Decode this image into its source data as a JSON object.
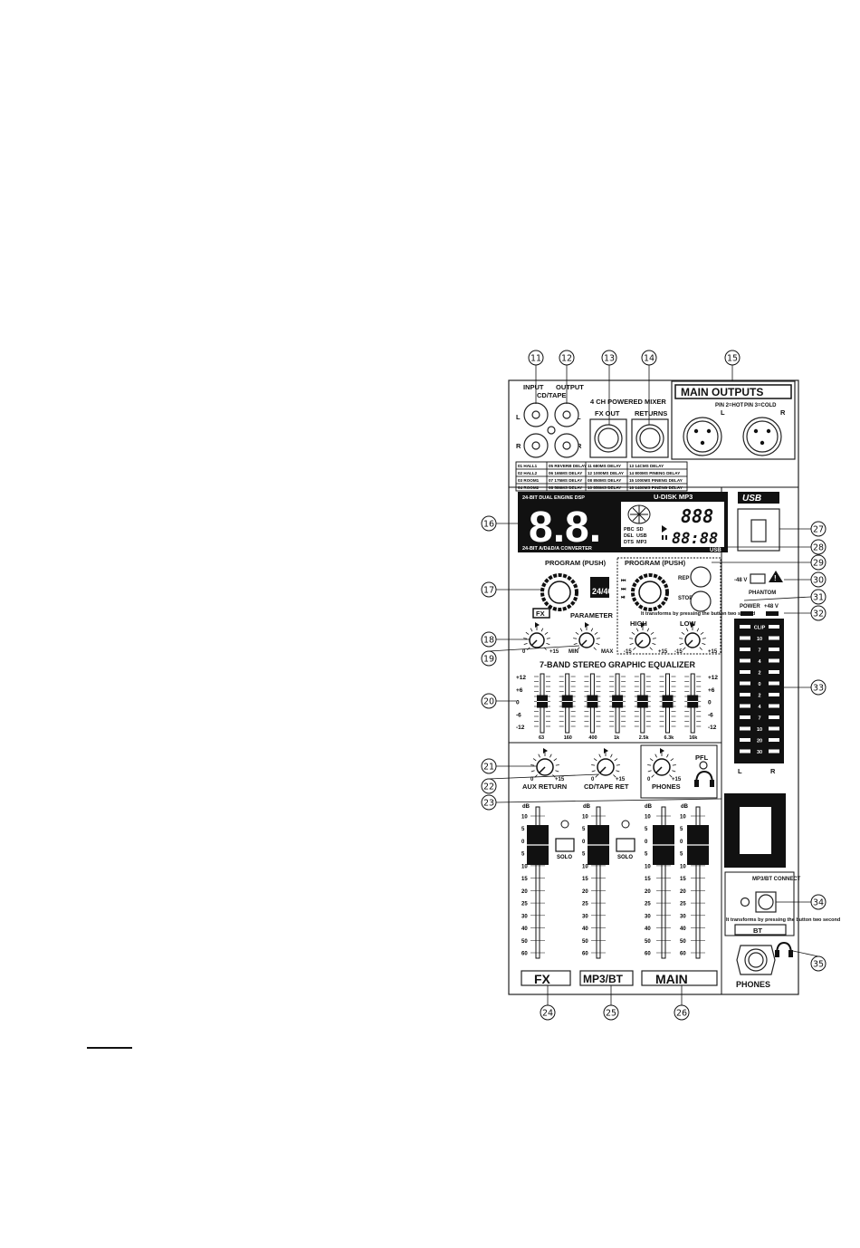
{
  "callouts": [
    "11",
    "12",
    "13",
    "14",
    "15",
    "16",
    "17",
    "18",
    "19",
    "20",
    "21",
    "22",
    "23",
    "24",
    "25",
    "26",
    "27",
    "28",
    "29",
    "30",
    "31",
    "32",
    "33",
    "34",
    "35"
  ],
  "labels": {
    "input": "INPUT",
    "output": "OUTPUT",
    "cd_tape": "CD/TAPE",
    "mixer_title": "4 CH POWERED MIXER",
    "fx_out": "FX OUT",
    "returns": "RETURNS",
    "main_outputs": "MAIN OUTPUTS",
    "pin_hot": "PIN 2=HOT",
    "pin_cold": "PIN 3=COLD",
    "L": "L",
    "R": "R",
    "dsp_top": "24-BIT DUAL ENGINE DSP",
    "dsp_bottom": "24-BIT A/D&D/A CONVERTER",
    "led_digits": "8.8.",
    "udisk": "U-DISK MP3",
    "lcd_track": "888",
    "lcd_time": "88:88",
    "lcd_flags": [
      "PBC",
      "SD",
      "DEL",
      "USB",
      "DTS",
      "MP3"
    ],
    "usb_lcd": "USB",
    "usb_logo": "USB",
    "program_push": "PROGRAM (PUSH)",
    "bits": "24/40",
    "rep": "REP",
    "stop_rec": "STOP/REC",
    "transform_note": "It transforms by pressing the button two second",
    "phantom_v": "-48 V",
    "phantom": "PHANTOM",
    "power": "POWER",
    "plus48": "+48 V",
    "fx": "FX",
    "parameter": "PARAMETER",
    "high": "HIGH",
    "low": "LOW",
    "min": "MIN",
    "max": "MAX",
    "zero": "0",
    "plus15": "+15",
    "minus15": "-15",
    "eq_title": "7-BAND STEREO GRAPHIC EQUALIZER",
    "aux_return": "AUX RETURN",
    "cd_tape_ret": "CD/TAPE RET",
    "phones": "PHONES",
    "pfl": "PFL",
    "solo": "SOLO",
    "db": "dB",
    "mp3bt_connect": "MP3/BT CONNECT",
    "transform_note2": "It transforms by pressing the button two second",
    "bt": "BT",
    "phones_jack": "PHONES",
    "fx_bottom": "FX",
    "mp3bt_bottom": "MP3/BT",
    "main_bottom": "MAIN"
  },
  "effects_table": [
    [
      "01 HALL1",
      "05 REVERB DELAY",
      "11 680MS DELAY",
      "13 14CMS DELAY"
    ],
    [
      "02 HALL2",
      "06 165MS DELAY",
      "12 1000MS DELAY",
      "14 800MS PINENG DELAY"
    ],
    [
      "03 ROOM1",
      "07 175MS DELAY",
      "08 850MS DELAY",
      "15 1000MS PINENG DELAY"
    ],
    [
      "04 ROOM2",
      "08 586MS DELAY",
      "10 850MS DELAY",
      "16 1400MS PINENG DELAY"
    ]
  ],
  "eq_scale": [
    "+12",
    "+6",
    "0",
    "-6",
    "-12"
  ],
  "eq_bands": [
    "63",
    "160",
    "400",
    "1k",
    "2.5k",
    "6.3k",
    "16k"
  ],
  "fader_scale": [
    "10",
    "5",
    "0",
    "5",
    "10",
    "15",
    "20",
    "25",
    "30",
    "40",
    "50",
    "60"
  ],
  "meter_scale": [
    "CLIP",
    "10",
    "7",
    "4",
    "2",
    "0",
    "2",
    "4",
    "7",
    "10",
    "20",
    "30"
  ],
  "note_heading": ""
}
